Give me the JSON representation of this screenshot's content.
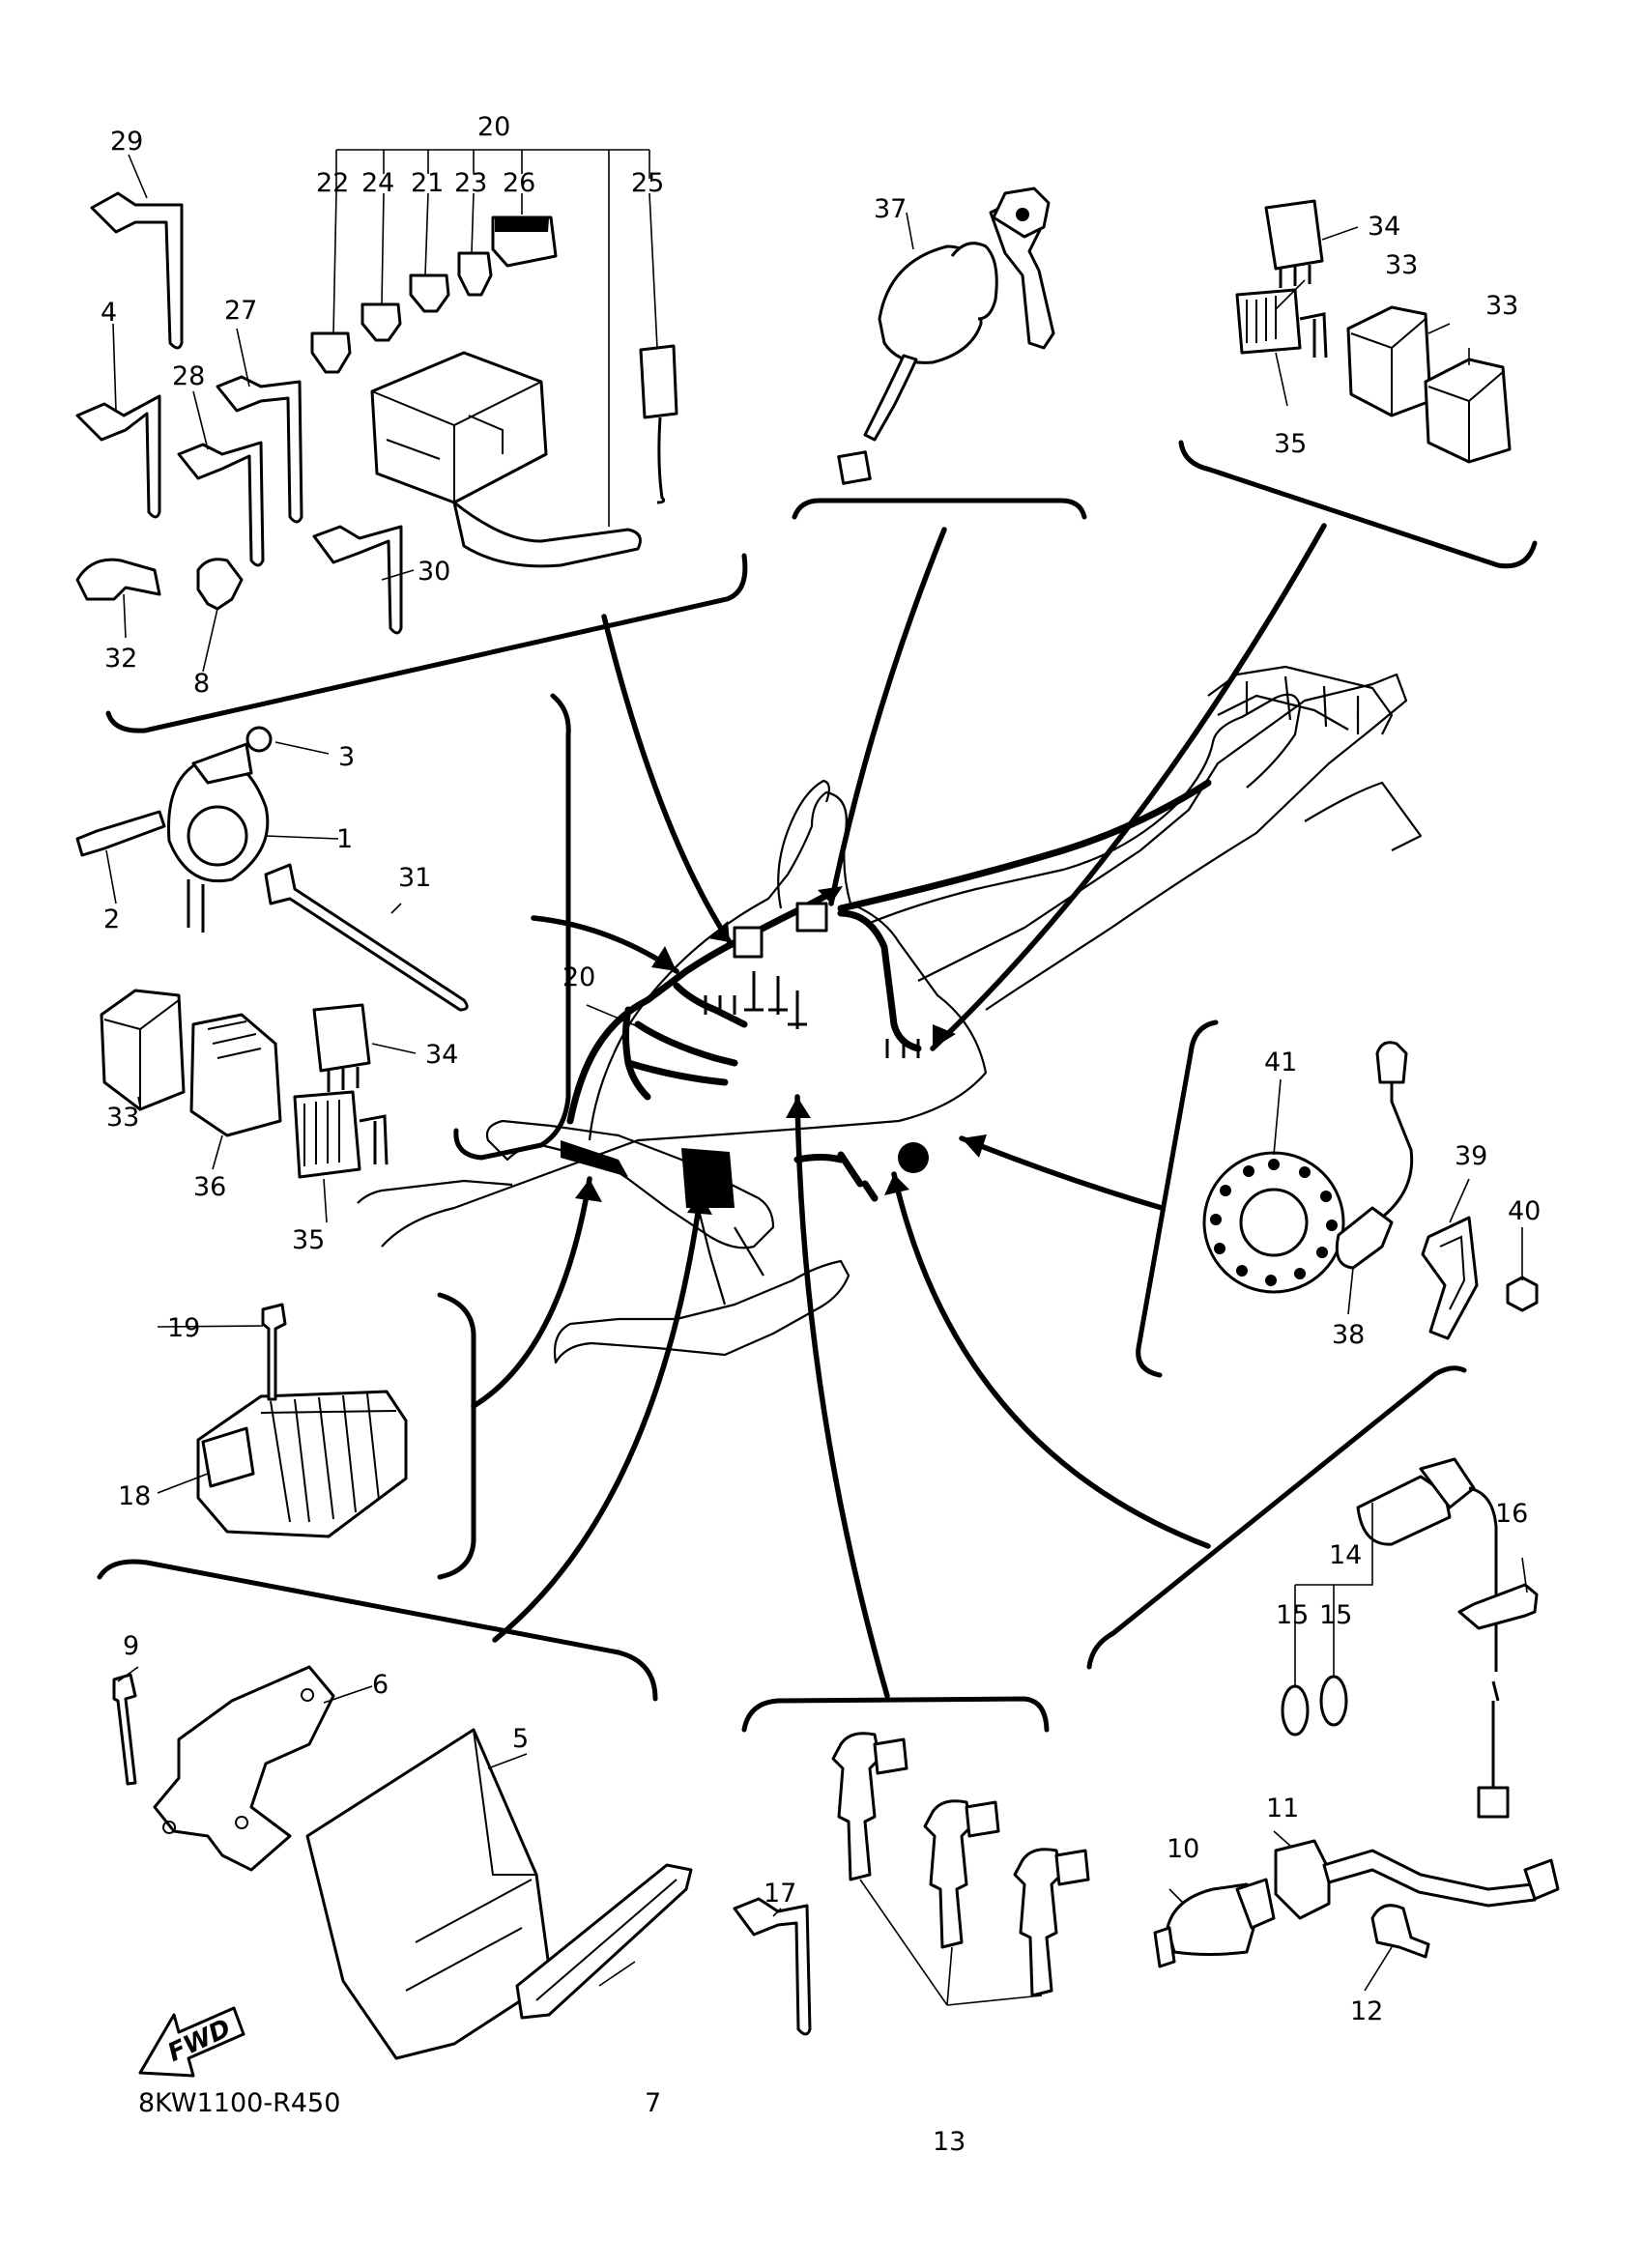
{
  "drawing": {
    "reference_code": "8KW1100-R450",
    "fwd_label": "FWD"
  },
  "callouts": [
    {
      "id": "c1",
      "label": "1"
    },
    {
      "id": "c2",
      "label": "2"
    },
    {
      "id": "c3",
      "label": "3"
    },
    {
      "id": "c4",
      "label": "4"
    },
    {
      "id": "c5",
      "label": "5"
    },
    {
      "id": "c6",
      "label": "6"
    },
    {
      "id": "c7",
      "label": "7"
    },
    {
      "id": "c8",
      "label": "8"
    },
    {
      "id": "c9",
      "label": "9"
    },
    {
      "id": "c10",
      "label": "10"
    },
    {
      "id": "c11",
      "label": "11"
    },
    {
      "id": "c12",
      "label": "12"
    },
    {
      "id": "c13",
      "label": "13"
    },
    {
      "id": "c14",
      "label": "14"
    },
    {
      "id": "c15a",
      "label": "15"
    },
    {
      "id": "c15b",
      "label": "15"
    },
    {
      "id": "c16",
      "label": "16"
    },
    {
      "id": "c17",
      "label": "17"
    },
    {
      "id": "c18",
      "label": "18"
    },
    {
      "id": "c19",
      "label": "19"
    },
    {
      "id": "c20a",
      "label": "20"
    },
    {
      "id": "c20b",
      "label": "20"
    },
    {
      "id": "c21",
      "label": "21"
    },
    {
      "id": "c22",
      "label": "22"
    },
    {
      "id": "c23",
      "label": "23"
    },
    {
      "id": "c24",
      "label": "24"
    },
    {
      "id": "c25",
      "label": "25"
    },
    {
      "id": "c26",
      "label": "26"
    },
    {
      "id": "c27",
      "label": "27"
    },
    {
      "id": "c28",
      "label": "28"
    },
    {
      "id": "c29",
      "label": "29"
    },
    {
      "id": "c30",
      "label": "30"
    },
    {
      "id": "c31",
      "label": "31"
    },
    {
      "id": "c32",
      "label": "32"
    },
    {
      "id": "c33a",
      "label": "33"
    },
    {
      "id": "c33b",
      "label": "33"
    },
    {
      "id": "c33c",
      "label": "33"
    },
    {
      "id": "c34a",
      "label": "34"
    },
    {
      "id": "c34b",
      "label": "34"
    },
    {
      "id": "c35a",
      "label": "35"
    },
    {
      "id": "c35b",
      "label": "35"
    },
    {
      "id": "c36",
      "label": "36"
    },
    {
      "id": "c37",
      "label": "37"
    },
    {
      "id": "c38",
      "label": "38"
    },
    {
      "id": "c39",
      "label": "39"
    },
    {
      "id": "c40",
      "label": "40"
    },
    {
      "id": "c41",
      "label": "41"
    }
  ]
}
